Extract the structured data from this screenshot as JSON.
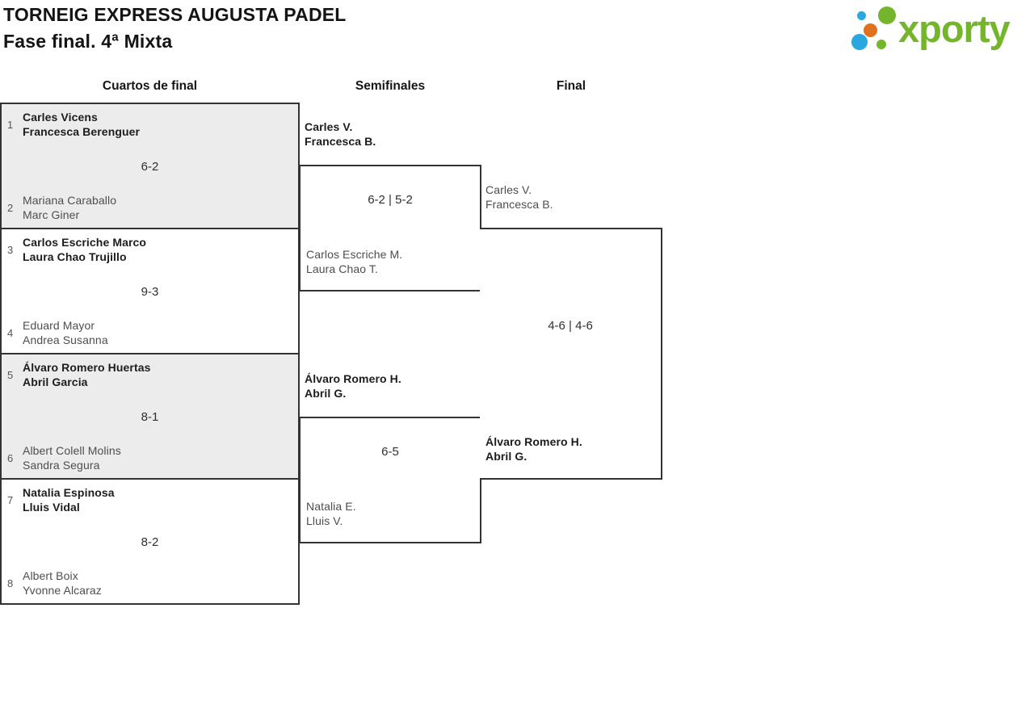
{
  "header": {
    "title": "TORNEIG EXPRESS AUGUSTA PADEL",
    "subtitle": "Fase final. 4ª Mixta"
  },
  "logo": {
    "brand": "xporty",
    "colors": {
      "green": "#74b52c",
      "blue": "#2aa7de",
      "orange": "#e2711d"
    }
  },
  "round_headers": {
    "quarterfinals": "Cuartos de final",
    "semifinals": "Semifinales",
    "final": "Final"
  },
  "quarterfinals": [
    {
      "seed_top": "1",
      "top": [
        "Carles Vicens",
        "Francesca Berenguer"
      ],
      "score": "6-2",
      "seed_bottom": "2",
      "bottom": [
        "Mariana Caraballo",
        "Marc Giner"
      ],
      "winner": "top"
    },
    {
      "seed_top": "3",
      "top": [
        "Carlos Escriche Marco",
        "Laura Chao Trujillo"
      ],
      "score": "9-3",
      "seed_bottom": "4",
      "bottom": [
        "Eduard Mayor",
        "Andrea Susanna"
      ],
      "winner": "top"
    },
    {
      "seed_top": "5",
      "top": [
        "Álvaro Romero Huertas",
        "Abril Garcia"
      ],
      "score": "8-1",
      "seed_bottom": "6",
      "bottom": [
        "Albert Colell Molins",
        "Sandra Segura"
      ],
      "winner": "top"
    },
    {
      "seed_top": "7",
      "top": [
        "Natalia Espinosa",
        "Lluis Vidal"
      ],
      "score": "8-2",
      "seed_bottom": "8",
      "bottom": [
        "Albert Boix",
        "Yvonne Alcaraz"
      ],
      "winner": "top"
    }
  ],
  "semifinals": [
    {
      "top": [
        "Carles V.",
        "Francesca B."
      ],
      "score": "6-2 | 5-2",
      "bottom": [
        "Carlos Escriche M.",
        "Laura Chao T."
      ],
      "winner": "top"
    },
    {
      "top": [
        "Álvaro Romero H.",
        "Abril G."
      ],
      "score": "6-5",
      "bottom": [
        "Natalia E.",
        "Lluis V."
      ],
      "winner": "top"
    }
  ],
  "final": {
    "top": [
      "Carles V.",
      "Francesca B."
    ],
    "score": "4-6 | 4-6",
    "bottom": [
      "Álvaro Romero H.",
      "Abril G."
    ],
    "winner": "bottom"
  }
}
